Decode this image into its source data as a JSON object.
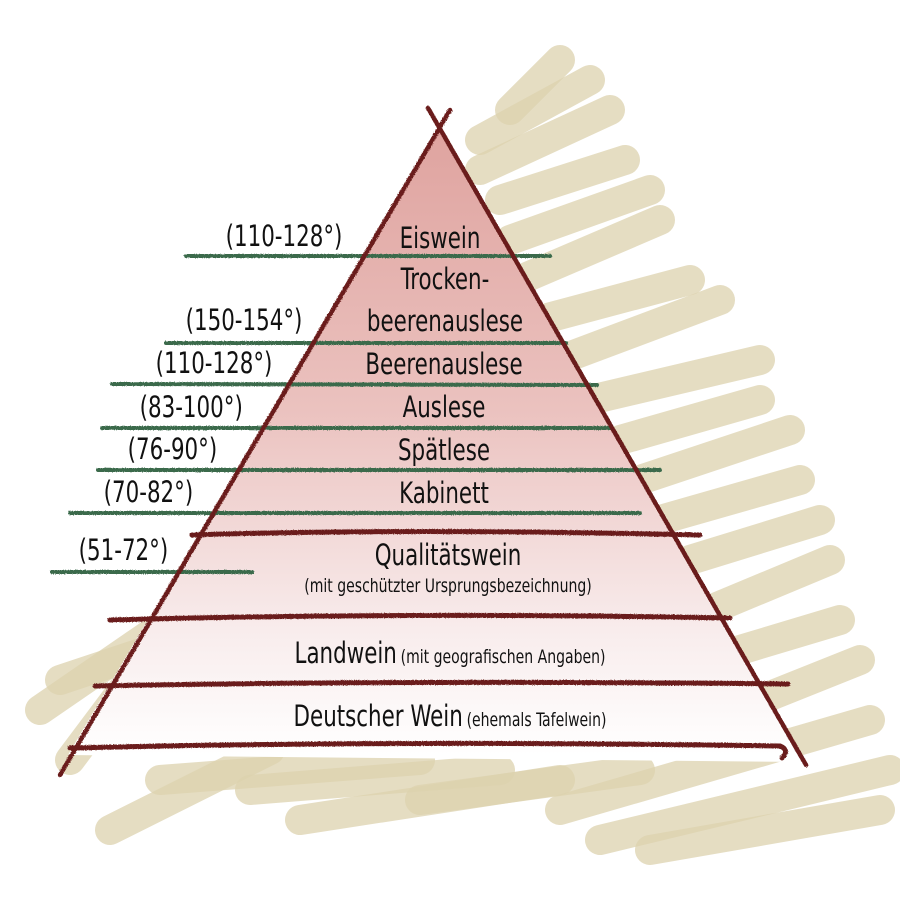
{
  "diagram": {
    "type": "pyramid",
    "title": "",
    "colors": {
      "pyramid_outline": "#6b1e1a",
      "top_fill": "#e2aaa6",
      "bottom_fill": "#ffffff",
      "range_lines": "#3a6b4c",
      "background_scribble": "#d9cfaa"
    },
    "tiers": [
      {
        "name": "Eiswein",
        "range": "(110-128°)"
      },
      {
        "name_line1": "Trocken-",
        "name_line2": "beerenauslese",
        "range": "(150-154°)"
      },
      {
        "name": "Beerenauslese",
        "range": "(110-128°)"
      },
      {
        "name": "Auslese",
        "range": "(83-100°)"
      },
      {
        "name": "Spätlese",
        "range": "(76-90°)"
      },
      {
        "name": "Kabinett",
        "range": "(70-82°)"
      },
      {
        "name": "Qualitätswein",
        "note": "(mit geschützter Ursprungsbezeichnung)",
        "range": "(51-72°)"
      },
      {
        "name": "Landwein",
        "note": "(mit geografischen Angaben)"
      },
      {
        "name": "Deutscher Wein",
        "note": "(ehemals Tafelwein)"
      }
    ]
  }
}
